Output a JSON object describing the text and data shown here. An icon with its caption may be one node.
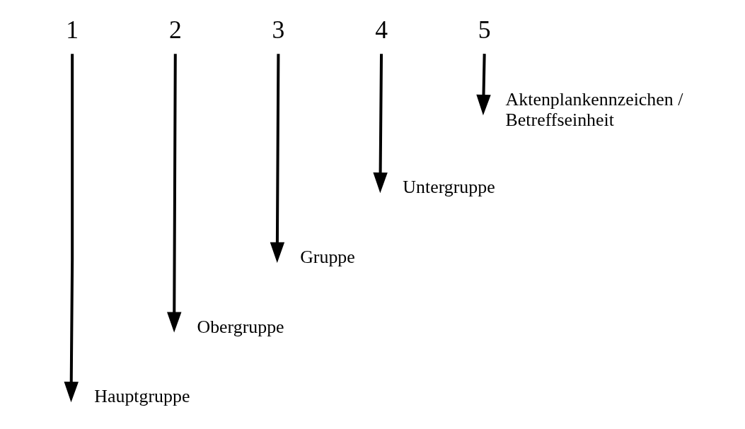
{
  "diagram": {
    "nodes": [
      {
        "text": [
          "1"
        ]
      },
      {
        "text": [
          "2"
        ]
      },
      {
        "text": [
          "3"
        ]
      },
      {
        "text": [
          "4"
        ]
      },
      {
        "text": [
          "5"
        ]
      },
      {
        "text": [
          "Aktenplankennzeichen / Betreffseinheit"
        ]
      },
      {
        "text": [
          "Untergruppe"
        ]
      },
      {
        "text": [
          "Gruppe"
        ]
      },
      {
        "text": [
          "Obergruppe"
        ]
      },
      {
        "text": [
          "Hauptgruppe"
        ]
      }
    ],
    "edges": [
      {
        "from": 4,
        "to": 5,
        "arrow": "to"
      },
      {
        "from": 3,
        "to": 6,
        "arrow": "to"
      },
      {
        "from": 2,
        "to": 7,
        "arrow": "to"
      },
      {
        "from": 1,
        "to": 8,
        "arrow": "to"
      },
      {
        "from": 0,
        "to": 9,
        "arrow": "to"
      }
    ]
  }
}
